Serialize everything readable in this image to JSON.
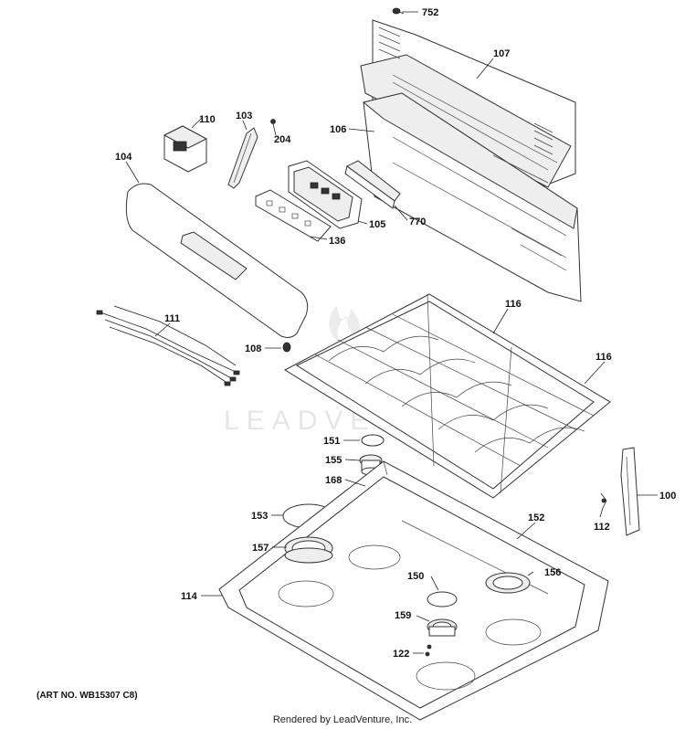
{
  "watermark": "LEADVENTURE",
  "art_no": "(ART NO. WB15307 C8)",
  "footer": "Rendered by LeadVenture, Inc.",
  "callouts": [
    {
      "id": "c752",
      "label": "752"
    },
    {
      "id": "c107",
      "label": "107"
    },
    {
      "id": "c110",
      "label": "110"
    },
    {
      "id": "c103",
      "label": "103"
    },
    {
      "id": "c204",
      "label": "204"
    },
    {
      "id": "c106",
      "label": "106"
    },
    {
      "id": "c104",
      "label": "104"
    },
    {
      "id": "c105",
      "label": "105"
    },
    {
      "id": "c770",
      "label": "770"
    },
    {
      "id": "c136",
      "label": "136"
    },
    {
      "id": "c111",
      "label": "111"
    },
    {
      "id": "c116a",
      "label": "116"
    },
    {
      "id": "c108",
      "label": "108"
    },
    {
      "id": "c116b",
      "label": "116"
    },
    {
      "id": "c151",
      "label": "151"
    },
    {
      "id": "c155",
      "label": "155"
    },
    {
      "id": "c168",
      "label": "168"
    },
    {
      "id": "c100",
      "label": "100"
    },
    {
      "id": "c153",
      "label": "153"
    },
    {
      "id": "c152",
      "label": "152"
    },
    {
      "id": "c112",
      "label": "112"
    },
    {
      "id": "c157",
      "label": "157"
    },
    {
      "id": "c156",
      "label": "156"
    },
    {
      "id": "c150",
      "label": "150"
    },
    {
      "id": "c114",
      "label": "114"
    },
    {
      "id": "c159",
      "label": "159"
    },
    {
      "id": "c122",
      "label": "122"
    }
  ]
}
